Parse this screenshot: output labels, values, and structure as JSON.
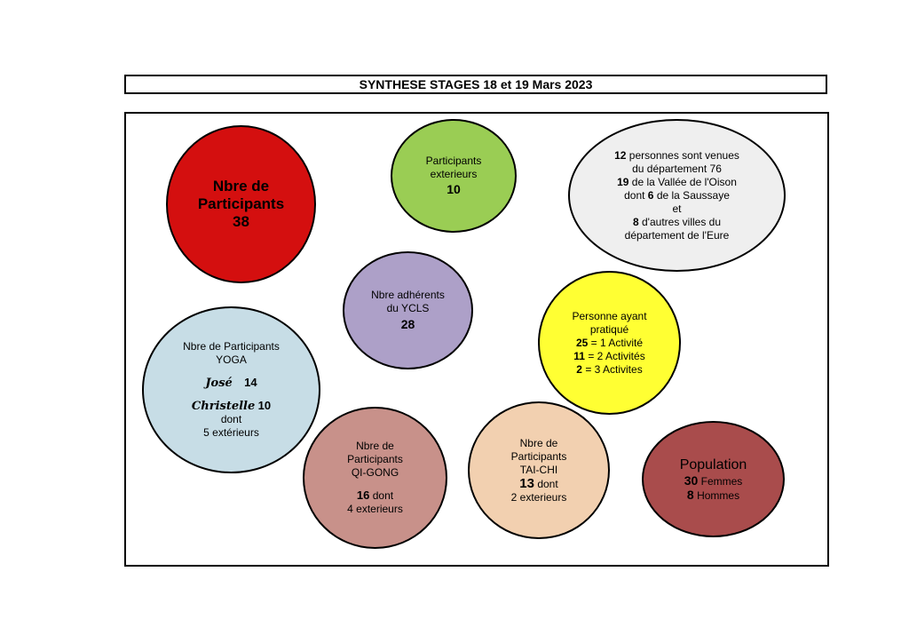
{
  "title": "SYNTHESE STAGES 18 et 19 Mars 2023",
  "colors": {
    "red": "#d40f0f",
    "green": "#9acd54",
    "grey": "#efefef",
    "purple": "#ada0c8",
    "yellow": "#ffff33",
    "blue": "#c7dde6",
    "rose": "#c8918a",
    "peach": "#f2d0b0",
    "brown": "#a94c4c"
  },
  "participants": {
    "label_1": "Nbre de",
    "label_2": "Participants",
    "value": "38"
  },
  "exterieurs": {
    "label_1": "Participants",
    "label_2": "exterieurs",
    "value": "10"
  },
  "origine": {
    "l1_num": "12",
    "l1_text": "personnes sont venues",
    "l2_text": "du département 76",
    "l3_num": "19",
    "l3_text": "de la Vallée de l'Oison",
    "l4_a": "dont",
    "l4_num": "6",
    "l4_b": "de la Saussaye",
    "l5_text": "et",
    "l6_num": "8",
    "l6_text": "d'autres villes  du",
    "l7_text": "département de l'Eure"
  },
  "adherents": {
    "label_1": "Nbre adhérents",
    "label_2": "du YCLS",
    "value": "28"
  },
  "pratique": {
    "label_1": "Personne ayant",
    "label_2": "pratiqué",
    "rows": [
      {
        "num": "25",
        "text": "=  1 Activité"
      },
      {
        "num": "11",
        "text": "= 2 Activités"
      },
      {
        "num": "2",
        "text": "=  3 Activites"
      }
    ]
  },
  "yoga": {
    "label_1": "Nbre de Participants",
    "label_2": "YOGA",
    "teacher_1": "José",
    "count_1": "14",
    "teacher_2": "Christelle",
    "count_2": "10",
    "dont": "dont",
    "ext": "5 extérieurs"
  },
  "qigong": {
    "label_1": "Nbre de",
    "label_2": "Participants",
    "label_3": "QI-GONG",
    "value": "16",
    "dont": "dont",
    "ext": "4 exterieurs"
  },
  "taichi": {
    "label_1": "Nbre de",
    "label_2": "Participants",
    "label_3": "TAI-CHI",
    "value": "13",
    "dont": "dont",
    "ext": "2 exterieurs"
  },
  "population": {
    "label": "Population",
    "femmes_num": "30",
    "femmes": "Femmes",
    "hommes_num": "8",
    "hommes": "Hommes"
  }
}
